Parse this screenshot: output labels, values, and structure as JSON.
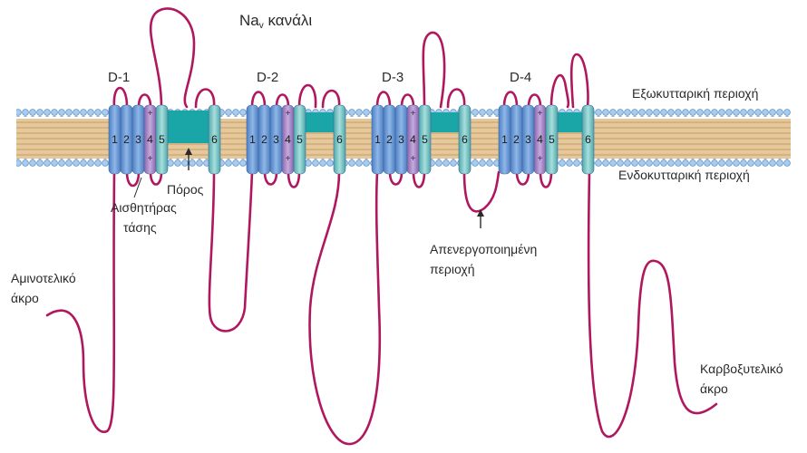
{
  "title": "Na",
  "title_sub": "v",
  "title_rest": " κανάλι",
  "domains": [
    "D-1",
    "D-2",
    "D-3",
    "D-4"
  ],
  "helix_numbers": [
    "1",
    "2",
    "3",
    "4",
    "5",
    "6"
  ],
  "plus_sign": "+",
  "labels": {
    "extracellular": "Εξωκυτταρική περιοχή",
    "intracellular": "Ενδοκυτταρική περιοχή",
    "pore": "Πόρος",
    "voltage_sensor_line1": "Αισθητήρας",
    "voltage_sensor_line2": "τάσης",
    "inactivation_line1": "Απενεργοποιημένη",
    "inactivation_line2": "περιοχή",
    "n_term_line1": "Αμινοτελικό",
    "n_term_line2": "άκρο",
    "c_term_line1": "Καρβοξυτελικό",
    "c_term_line2": "άκρο"
  },
  "colors": {
    "chain": "#b0175f",
    "pore_channel": "#1aa6a6",
    "helix_blue": "#6f9fd8",
    "helix_purple": "#a98ac6",
    "helix_teal": "#7cc6c6",
    "lipid_head": "#9cc4ea",
    "lipid_tail": "#d9b98a"
  }
}
